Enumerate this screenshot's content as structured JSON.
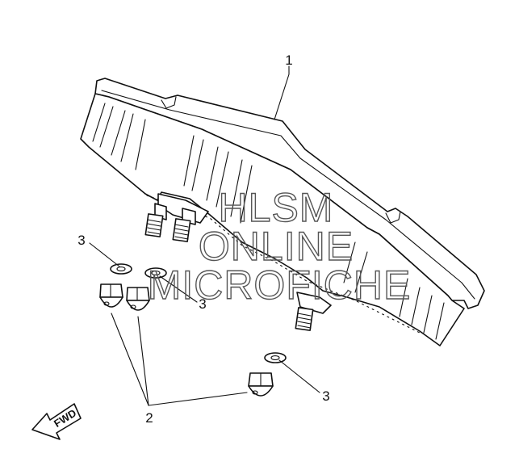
{
  "callouts": {
    "one": "1",
    "two": "2",
    "three_left": "3",
    "three_mid": "3",
    "three_right": "3"
  },
  "watermark": {
    "line1": "HLSM",
    "line2": "ONLINE",
    "line3": "MICROFICHE"
  },
  "direction_arrow": {
    "label": "FWD"
  },
  "colors": {
    "ink": "#111111",
    "watermark": "#555555",
    "background": "#ffffff"
  }
}
